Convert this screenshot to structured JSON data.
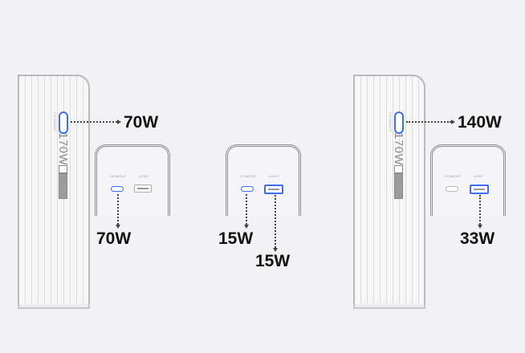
{
  "charger": {
    "model_label": "170W",
    "port_label": "C1-IN/OUT"
  },
  "port_face": {
    "c_label": "C1-IN/OUT",
    "a_label": "A-OUT"
  },
  "scenarios": [
    {
      "main_output": "70W",
      "c_output": "70W"
    },
    {
      "c_output": "15W",
      "a_output": "15W"
    },
    {
      "main_output": "140W",
      "a_output": "33W"
    }
  ],
  "colors": {
    "active_port": "#3e6df5",
    "background": "#f2f2f4"
  }
}
